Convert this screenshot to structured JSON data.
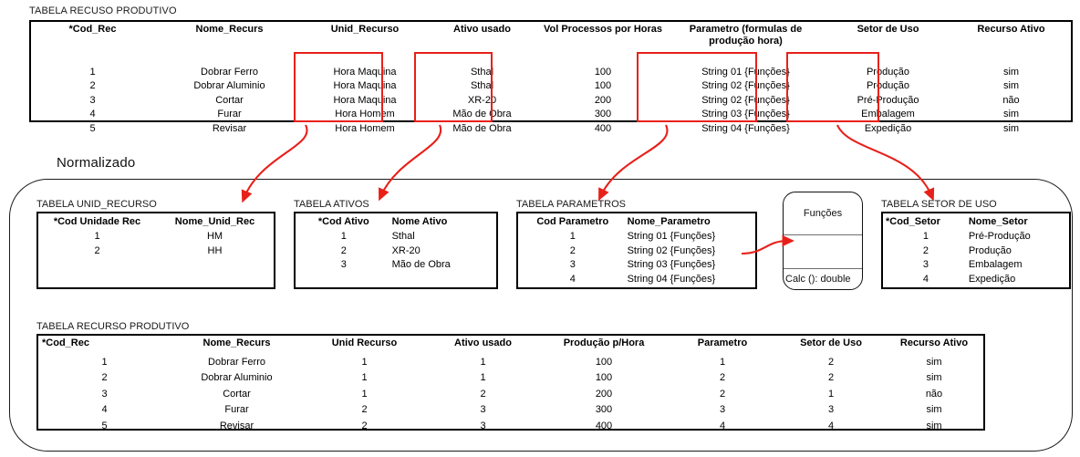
{
  "top_table": {
    "caption": "TABELA RECUSO PRODUTIVO",
    "headers": [
      "*Cod_Rec",
      "Nome_Recurs",
      "Unid_Recurso",
      "Ativo usado",
      "Vol Processos por Horas",
      "Parametro (formulas de produção hora)",
      "Setor de Uso",
      "Recurso Ativo"
    ],
    "rows": [
      [
        "1",
        "Dobrar Ferro",
        "Hora Maquina",
        "Sthal",
        "100",
        "String 01 {Funções}",
        "Produção",
        "sim"
      ],
      [
        "2",
        "Dobrar Aluminio",
        "Hora Maquina",
        "Sthal",
        "100",
        "String 02 {Funções}",
        "Produção",
        "sim"
      ],
      [
        "3",
        "Cortar",
        "Hora Maquina",
        "XR-20",
        "200",
        "String 02 {Funções}",
        "Pré-Produção",
        "não"
      ],
      [
        "4",
        "Furar",
        "Hora Homem",
        "Mão de Obra",
        "300",
        "String 03 {Funções}",
        "Embalagem",
        "sim"
      ],
      [
        "5",
        "Revisar",
        "Hora Homem",
        "Mão de Obra",
        "400",
        "String 04 {Funções}",
        "Expedição",
        "sim"
      ]
    ]
  },
  "normalized_label": "Normalizado",
  "tbl_unid_recurso": {
    "caption": "TABELA UNID_RECURSO",
    "headers": [
      "*Cod Unidade Rec",
      "Nome_Unid_Rec"
    ],
    "rows": [
      [
        "1",
        "HM"
      ],
      [
        "2",
        "HH"
      ]
    ]
  },
  "tbl_ativos": {
    "caption": "TABELA ATIVOS",
    "headers": [
      "*Cod Ativo",
      "Nome Ativo"
    ],
    "rows": [
      [
        "1",
        "Sthal"
      ],
      [
        "2",
        "XR-20"
      ],
      [
        "3",
        "Mão de Obra"
      ]
    ]
  },
  "tbl_parametros": {
    "caption": "TABELA PARAMETROS",
    "headers": [
      "Cod Parametro",
      "Nome_Parametro"
    ],
    "rows": [
      [
        "1",
        "String 01 {Funções}"
      ],
      [
        "2",
        "String 02 {Funções}"
      ],
      [
        "3",
        "String 03 {Funções}"
      ],
      [
        "4",
        "String 04 {Funções}"
      ]
    ]
  },
  "funcoes_class": {
    "title": "Funções",
    "operation": "Calc (): double"
  },
  "tbl_setor": {
    "caption": "TABELA SETOR DE USO",
    "headers": [
      "*Cod_Setor",
      "Nome_Setor"
    ],
    "rows": [
      [
        "1",
        "Pré-Produção"
      ],
      [
        "2",
        "Produção"
      ],
      [
        "3",
        "Embalagem"
      ],
      [
        "4",
        "Expedição"
      ]
    ]
  },
  "bottom_table": {
    "caption": "TABELA RECURSO PRODUTIVO",
    "headers": [
      "*Cod_Rec",
      "Nome_Recurs",
      "Unid Recurso",
      "Ativo usado",
      "Produção p/Hora",
      "Parametro",
      "Setor de Uso",
      "Recurso Ativo"
    ],
    "rows": [
      [
        "1",
        "Dobrar Ferro",
        "1",
        "1",
        "100",
        "1",
        "2",
        "sim"
      ],
      [
        "2",
        "Dobrar Aluminio",
        "1",
        "1",
        "100",
        "2",
        "2",
        "sim"
      ],
      [
        "3",
        "Cortar",
        "1",
        "2",
        "200",
        "2",
        "1",
        "não"
      ],
      [
        "4",
        "Furar",
        "2",
        "3",
        "300",
        "3",
        "3",
        "sim"
      ],
      [
        "5",
        "Revisar",
        "2",
        "3",
        "400",
        "4",
        "4",
        "sim"
      ]
    ]
  },
  "colors": {
    "highlight": "#e8201a",
    "border": "#000000",
    "container": "#1a1a1a"
  }
}
